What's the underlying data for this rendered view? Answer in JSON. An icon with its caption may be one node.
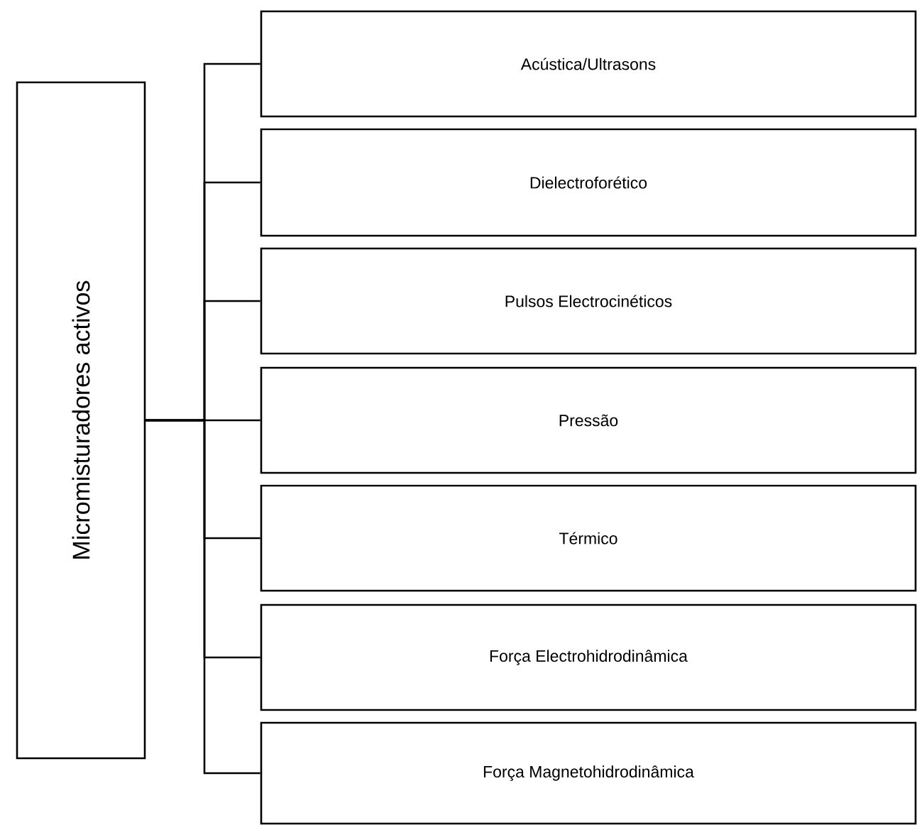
{
  "diagram": {
    "nodes": [
      {
        "text": [
          "Micromisturadores activos"
        ]
      },
      {
        "text": [
          "Acústica/Ultrasons"
        ]
      },
      {
        "text": [
          "Dielectroforético"
        ]
      },
      {
        "text": [
          "Pulsos Electrocinéticos"
        ]
      },
      {
        "text": [
          "Pressão"
        ]
      },
      {
        "text": [
          "Térmico"
        ]
      },
      {
        "text": [
          "Força Electrohidrodinâmica"
        ]
      },
      {
        "text": [
          "Força Magnetohidrodinâmica"
        ]
      }
    ],
    "edges": [
      {
        "from": 0,
        "to": 1,
        "arrow": "none"
      },
      {
        "from": 0,
        "to": 2,
        "arrow": "none"
      },
      {
        "from": 0,
        "to": 3,
        "arrow": "none"
      },
      {
        "from": 0,
        "to": 4,
        "arrow": "none"
      },
      {
        "from": 0,
        "to": 5,
        "arrow": "none"
      },
      {
        "from": 0,
        "to": 6,
        "arrow": "none"
      },
      {
        "from": 0,
        "to": 7,
        "arrow": "none"
      }
    ]
  }
}
